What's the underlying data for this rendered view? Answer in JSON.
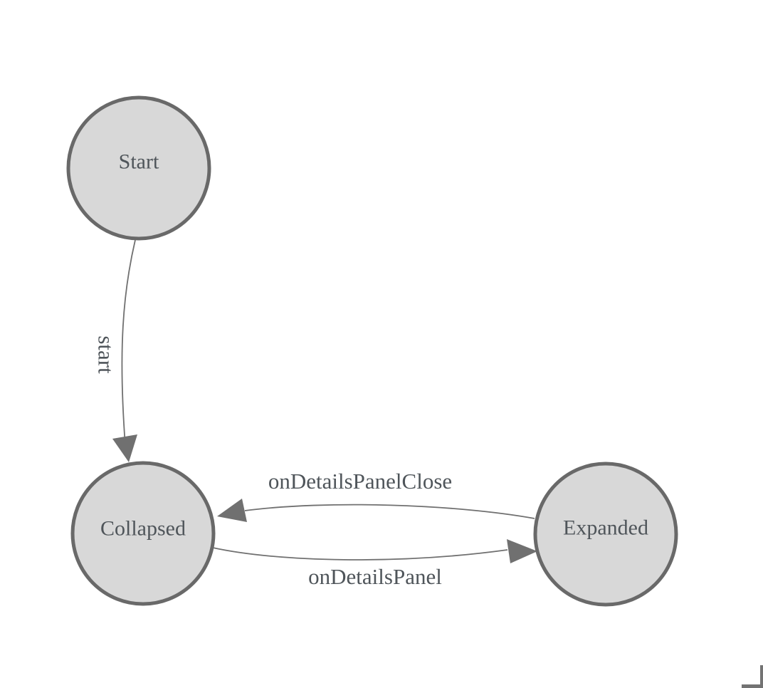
{
  "diagram": {
    "type": "state-machine",
    "nodes": [
      {
        "id": "start",
        "label": "Start"
      },
      {
        "id": "collapsed",
        "label": "Collapsed"
      },
      {
        "id": "expanded",
        "label": "Expanded"
      }
    ],
    "edges": [
      {
        "from": "Start",
        "to": "Collapsed",
        "label": "start",
        "label_orientation": "vertical"
      },
      {
        "from": "Expanded",
        "to": "Collapsed",
        "label": "onDetailsPanelClose",
        "label_orientation": "horizontal"
      },
      {
        "from": "Collapsed",
        "to": "Expanded",
        "label": "onDetailsPanel",
        "label_orientation": "horizontal"
      }
    ],
    "colors": {
      "background": "#ffffff",
      "node_fill": "#d8d8d8",
      "node_border": "#696969",
      "edge": "#707070",
      "text": "#4f555a",
      "corner_mark": "#737373"
    }
  }
}
